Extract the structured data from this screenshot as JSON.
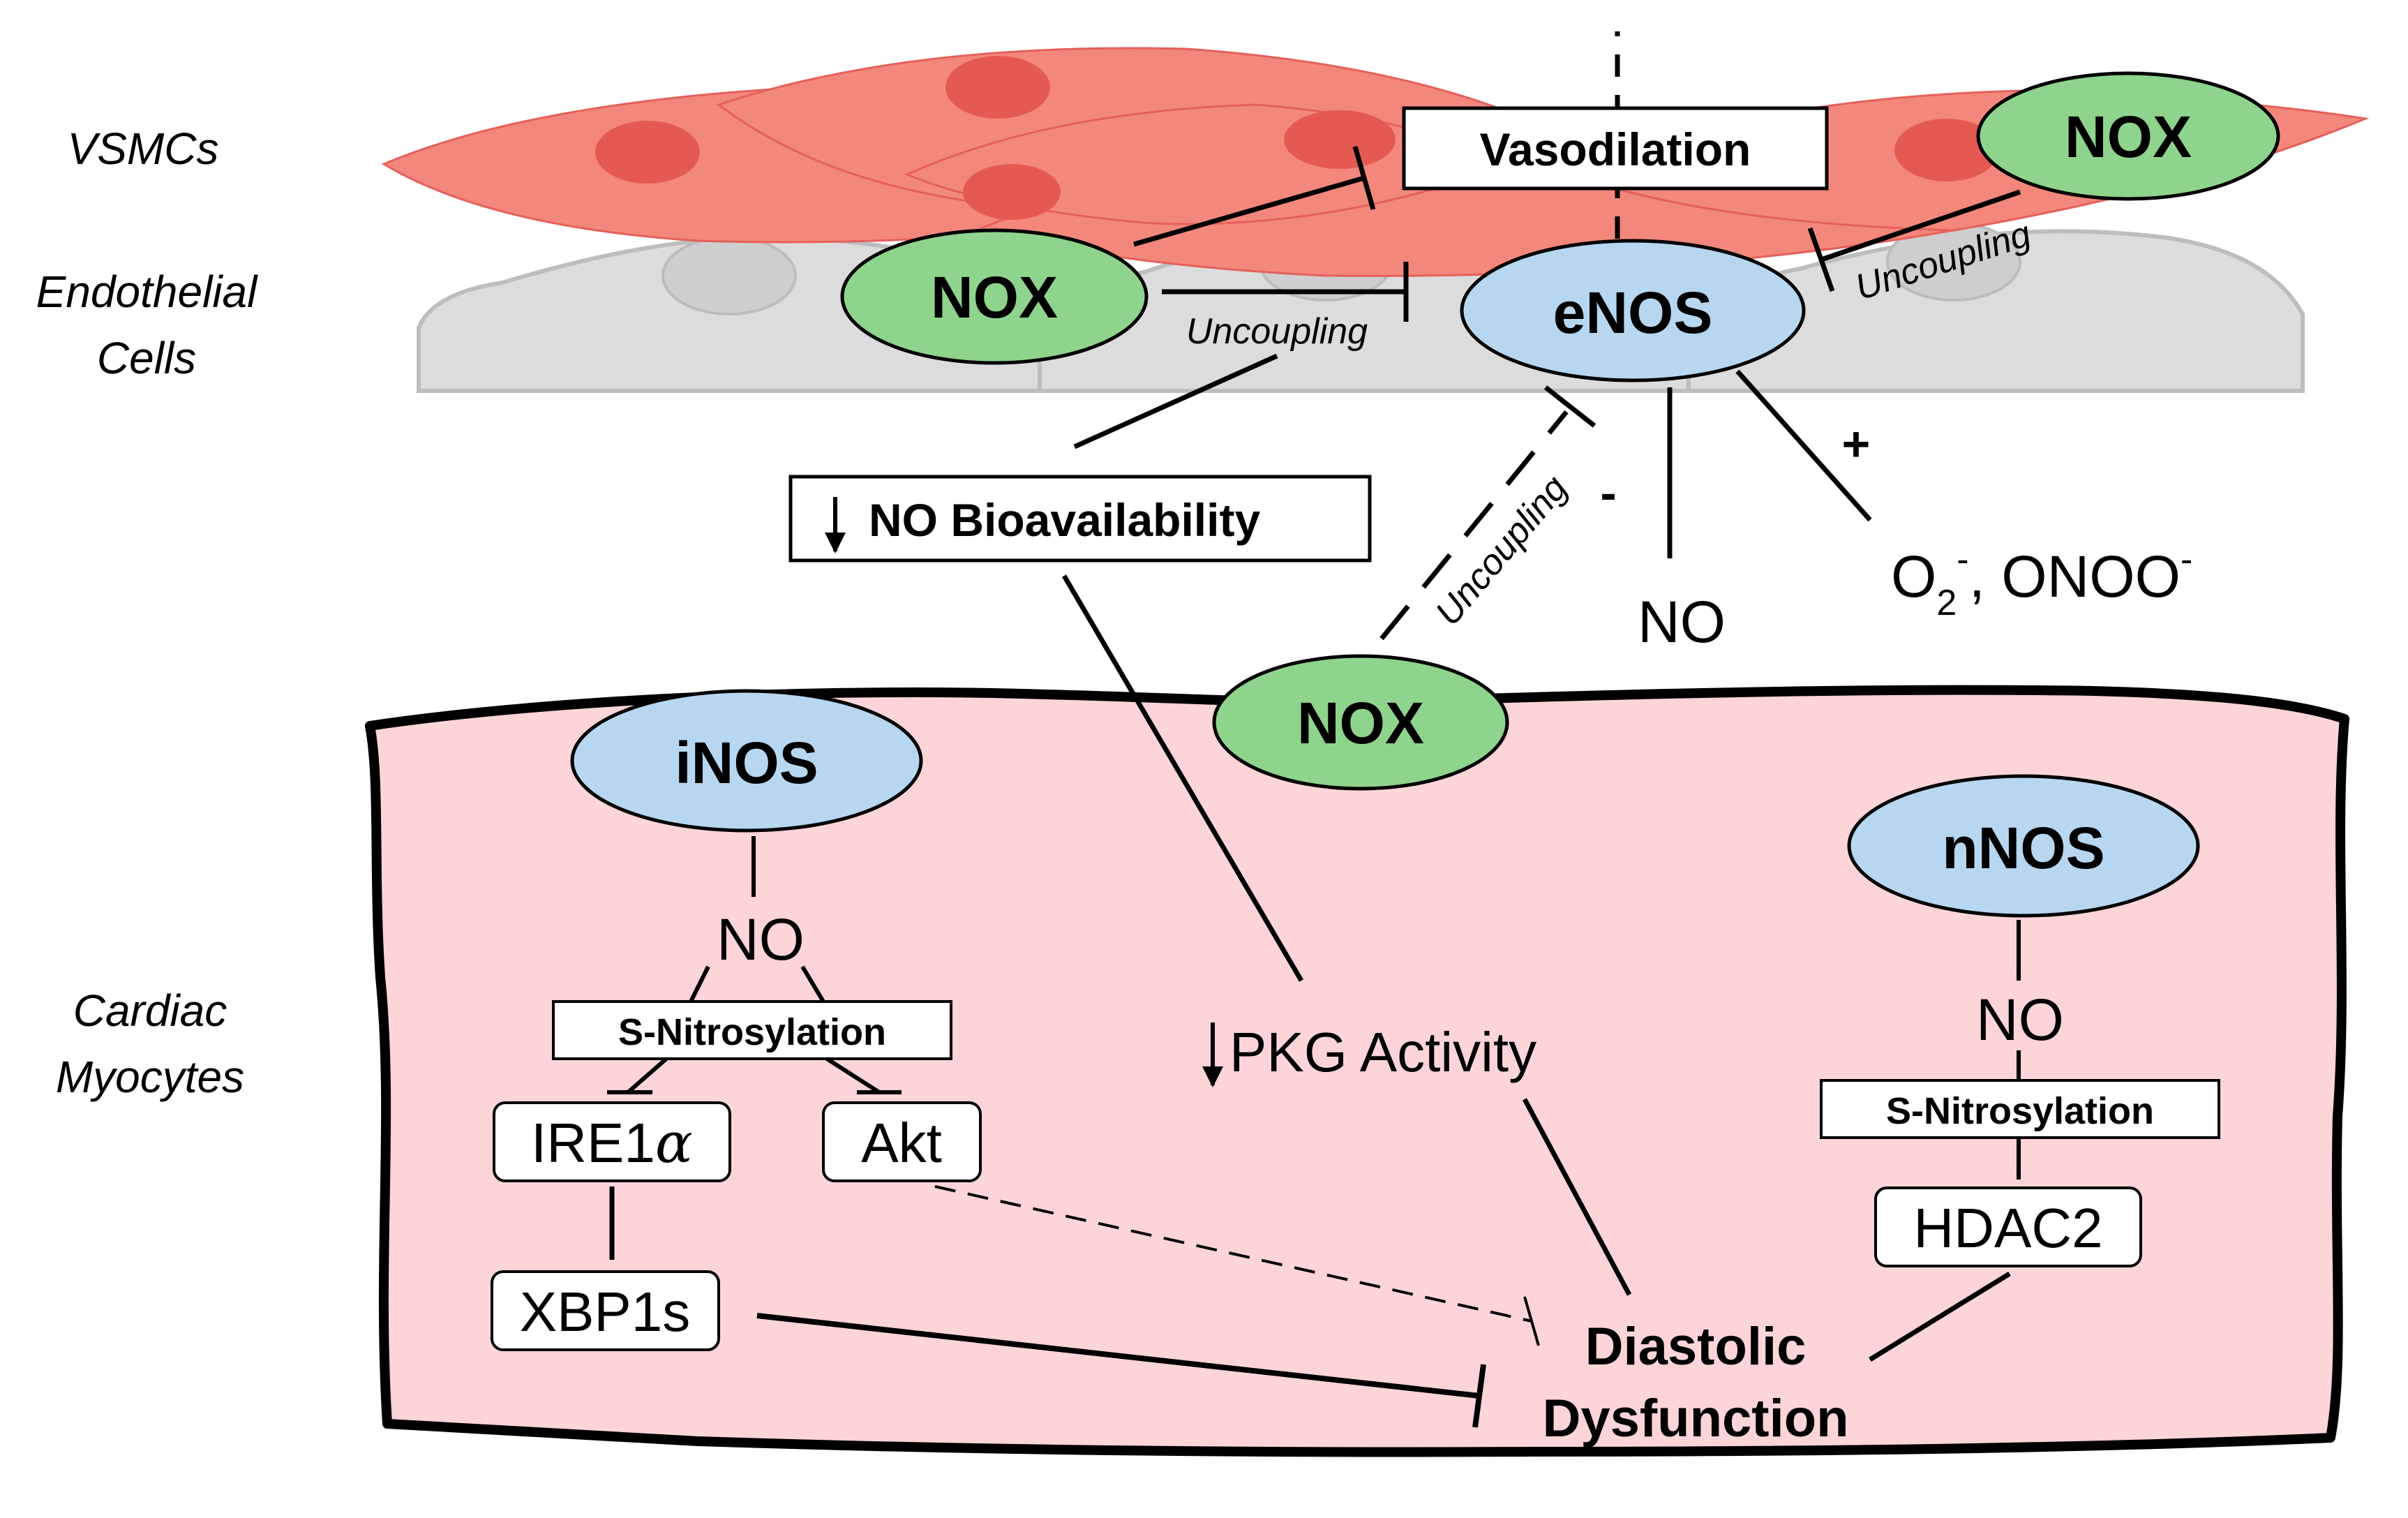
{
  "layers": {
    "vsmc": "VSMCs",
    "endothelial_1": "Endothelial",
    "endothelial_2": "Cells",
    "cardiac_1": "Cardiac",
    "cardiac_2": "Myocytes"
  },
  "nodes": {
    "nox_top_right": "NOX",
    "nox_endothelial": "NOX",
    "nox_membrane": "NOX",
    "enos": "eNOS",
    "inos": "iNOS",
    "nnos": "nNOS"
  },
  "labels": {
    "vasodilation": "Vasodilation",
    "no_bioavailability": "NO Bioavailability",
    "uncoupling_1": "Uncoupling",
    "uncoupling_2": "Uncoupling",
    "uncoupling_3": "Uncoupling",
    "plus": "+",
    "minus": "-",
    "no_enos": "NO",
    "o2": "O",
    "o2_sub": "2",
    "o2_sup": "-",
    "onoo": ", ONOO",
    "onoo_sup": "-",
    "no_inos": "NO",
    "s_nitrosylation_left": "S-Nitrosylation",
    "ire1a": "IRE1",
    "alpha": "α",
    "akt": "Akt",
    "xbp1s": "XBP1s",
    "pkg_activity": "PKG Activity",
    "no_nnos": "NO",
    "s_nitrosylation_right": "S-Nitrosylation",
    "hdac2": "HDAC2",
    "diastolic_1": "Diastolic",
    "diastolic_2": "Dysfunction"
  },
  "colors": {
    "vsmc_fill": "#f4877c",
    "vsmc_nucleus": "#e45a52",
    "endothelial_fill": "#dcdcdc",
    "endothelial_nucleus": "#cecece",
    "myocyte_fill": "#fdd4d8",
    "nox_fill": "#8fd48c",
    "nos_fill": "#b7d7f1"
  }
}
